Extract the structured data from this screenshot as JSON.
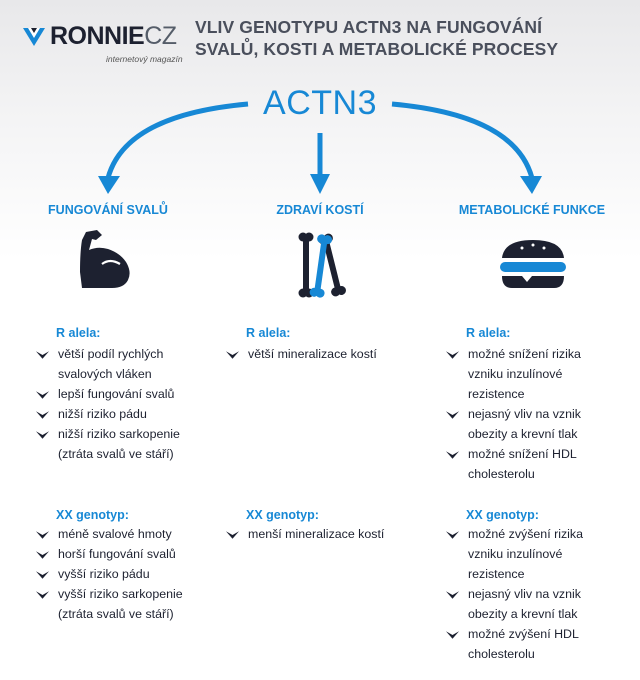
{
  "brand": {
    "name_main": "RONNIE",
    "name_suffix": "CZ",
    "tagline": "internetový magazín"
  },
  "title": {
    "line1": "VLIV GENOTYPU ACTN3 NA FUNGOVÁNÍ",
    "line2": "SVALŮ, KOSTI A METABOLICKÉ PROCESY"
  },
  "root": "ACTN3",
  "colors": {
    "accent": "#1788d5",
    "dark": "#1d2130"
  },
  "columns": [
    {
      "title": "FUNGOVÁNÍ SVALŮ",
      "icon": "flexed-bicep-icon",
      "r_head": "R alela:",
      "r_items": [
        "větší podíl rychlých",
        "svalových vláken",
        "lepší fungování svalů",
        "nižší riziko pádu",
        "nižší riziko sarkopenie",
        "(ztráta svalů ve stáří)"
      ],
      "xx_head": "XX genotyp:",
      "xx_items": [
        "méně svalové hmoty",
        "horší fungování svalů",
        "vyšší riziko pádu",
        "vyšší riziko sarkopenie",
        "(ztráta svalů ve stáří)"
      ]
    },
    {
      "title": "ZDRAVÍ KOSTÍ",
      "icon": "bones-icon",
      "r_head": "R alela:",
      "r_items": [
        "větší mineralizace kostí"
      ],
      "xx_head": "XX genotyp:",
      "xx_items": [
        "menší mineralizace kostí"
      ]
    },
    {
      "title": "METABOLICKÉ FUNKCE",
      "icon": "burger-icon",
      "r_head": "R alela:",
      "r_items": [
        "možné snížení rizika",
        "vzniku inzulínové",
        "rezistence",
        "nejasný vliv na vznik",
        "obezity a krevní tlak",
        "možné snížení HDL",
        "cholesterolu"
      ],
      "xx_head": "XX genotyp:",
      "xx_items": [
        "možné zvýšení rizika",
        "vzniku inzulínové",
        "rezistence",
        "nejasný vliv na vznik",
        "obezity a krevní tlak",
        "možné zvýšení HDL",
        "cholesterolu"
      ]
    }
  ]
}
